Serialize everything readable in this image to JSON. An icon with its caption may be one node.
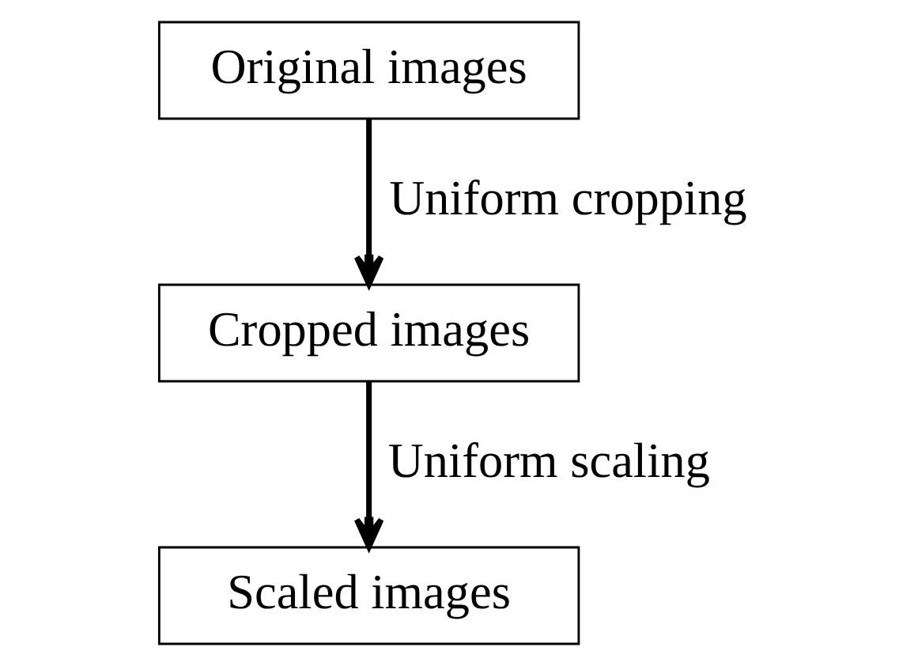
{
  "diagram": {
    "nodes": [
      {
        "text": [
          "Original images"
        ]
      },
      {
        "text": [
          "Cropped images"
        ]
      },
      {
        "text": [
          "Scaled images"
        ]
      }
    ],
    "edges": [
      {
        "from": 0,
        "to": 1,
        "arrow": "to",
        "label": "Uniform cropping"
      },
      {
        "from": 1,
        "to": 2,
        "arrow": "to",
        "label": "Uniform scaling"
      }
    ]
  }
}
